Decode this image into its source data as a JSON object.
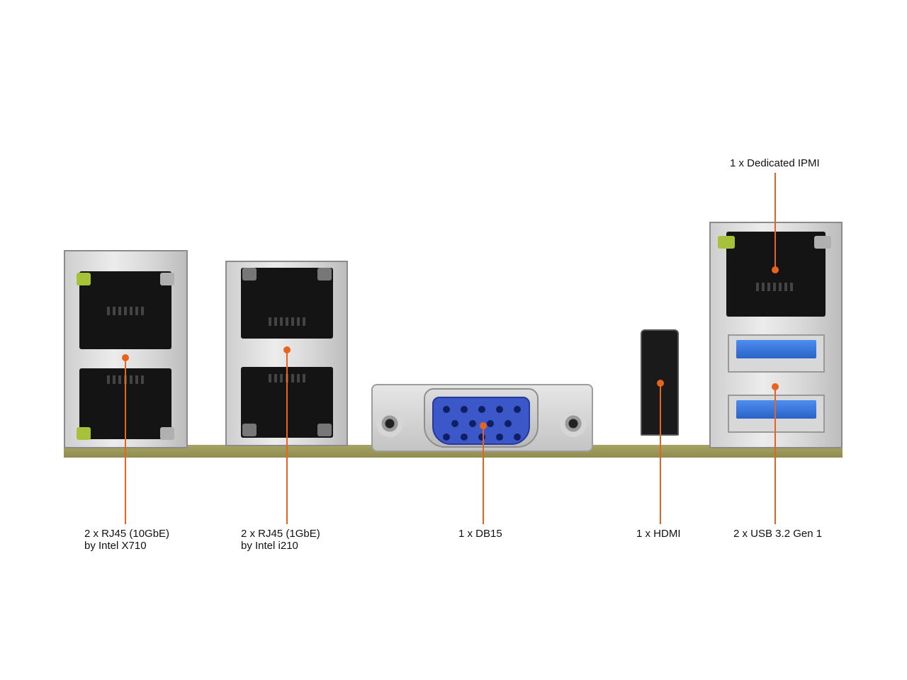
{
  "callouts": {
    "rj45_10g": {
      "line1": "2 x RJ45 (10GbE)",
      "line2": "by Intel X710"
    },
    "rj45_1g": {
      "line1": "2 x RJ45 (1GbE)",
      "line2": "by Intel i210"
    },
    "db15": {
      "line1": "1 x DB15"
    },
    "hdmi": {
      "line1": "1 x HDMI"
    },
    "usb": {
      "line1": "2 x USB 3.2 Gen 1"
    },
    "ipmi": {
      "line1": "1 x Dedicated IPMI"
    }
  },
  "colors": {
    "callout_accent": "#e8641e",
    "pcb": "#9e9a5a",
    "vga_blue": "#3b57c8",
    "usb_blue": "#3a7be0",
    "led_green": "#a6c23a",
    "led_grey": "#b0b0b0"
  },
  "icons": [
    "rj45-port-icon",
    "vga-port-icon",
    "hdmi-port-icon",
    "usb-port-icon"
  ]
}
